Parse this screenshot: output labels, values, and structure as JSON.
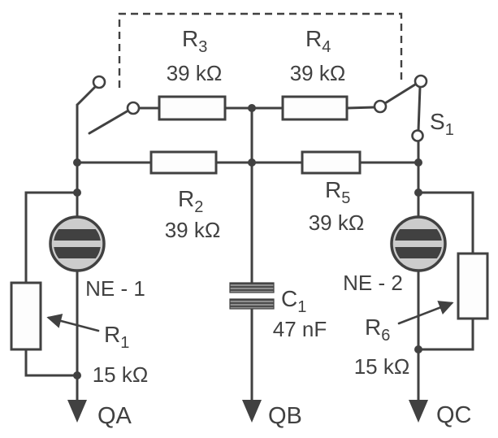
{
  "components": {
    "r1": {
      "ref": "R",
      "sub": "1",
      "value": "15 kΩ"
    },
    "r2": {
      "ref": "R",
      "sub": "2",
      "value": "39 kΩ"
    },
    "r3": {
      "ref": "R",
      "sub": "3",
      "value": "39 kΩ"
    },
    "r4": {
      "ref": "R",
      "sub": "4",
      "value": "39 kΩ"
    },
    "r5": {
      "ref": "R",
      "sub": "5",
      "value": "39 kΩ"
    },
    "r6": {
      "ref": "R",
      "sub": "6",
      "value": "15 kΩ"
    },
    "c1": {
      "ref": "C",
      "sub": "1",
      "value": "47 nF"
    },
    "s1": {
      "ref": "S",
      "sub": "1"
    },
    "ne1": {
      "label": "NE - 1"
    },
    "ne2": {
      "label": "NE - 2"
    }
  },
  "outputs": {
    "qa": "QA",
    "qb": "QB",
    "qc": "QC"
  },
  "colors": {
    "ink": "#414141",
    "paper": "#ffffff",
    "lamp_fill": "#cccccc",
    "capacitor_fill": "#8f8f8f"
  }
}
